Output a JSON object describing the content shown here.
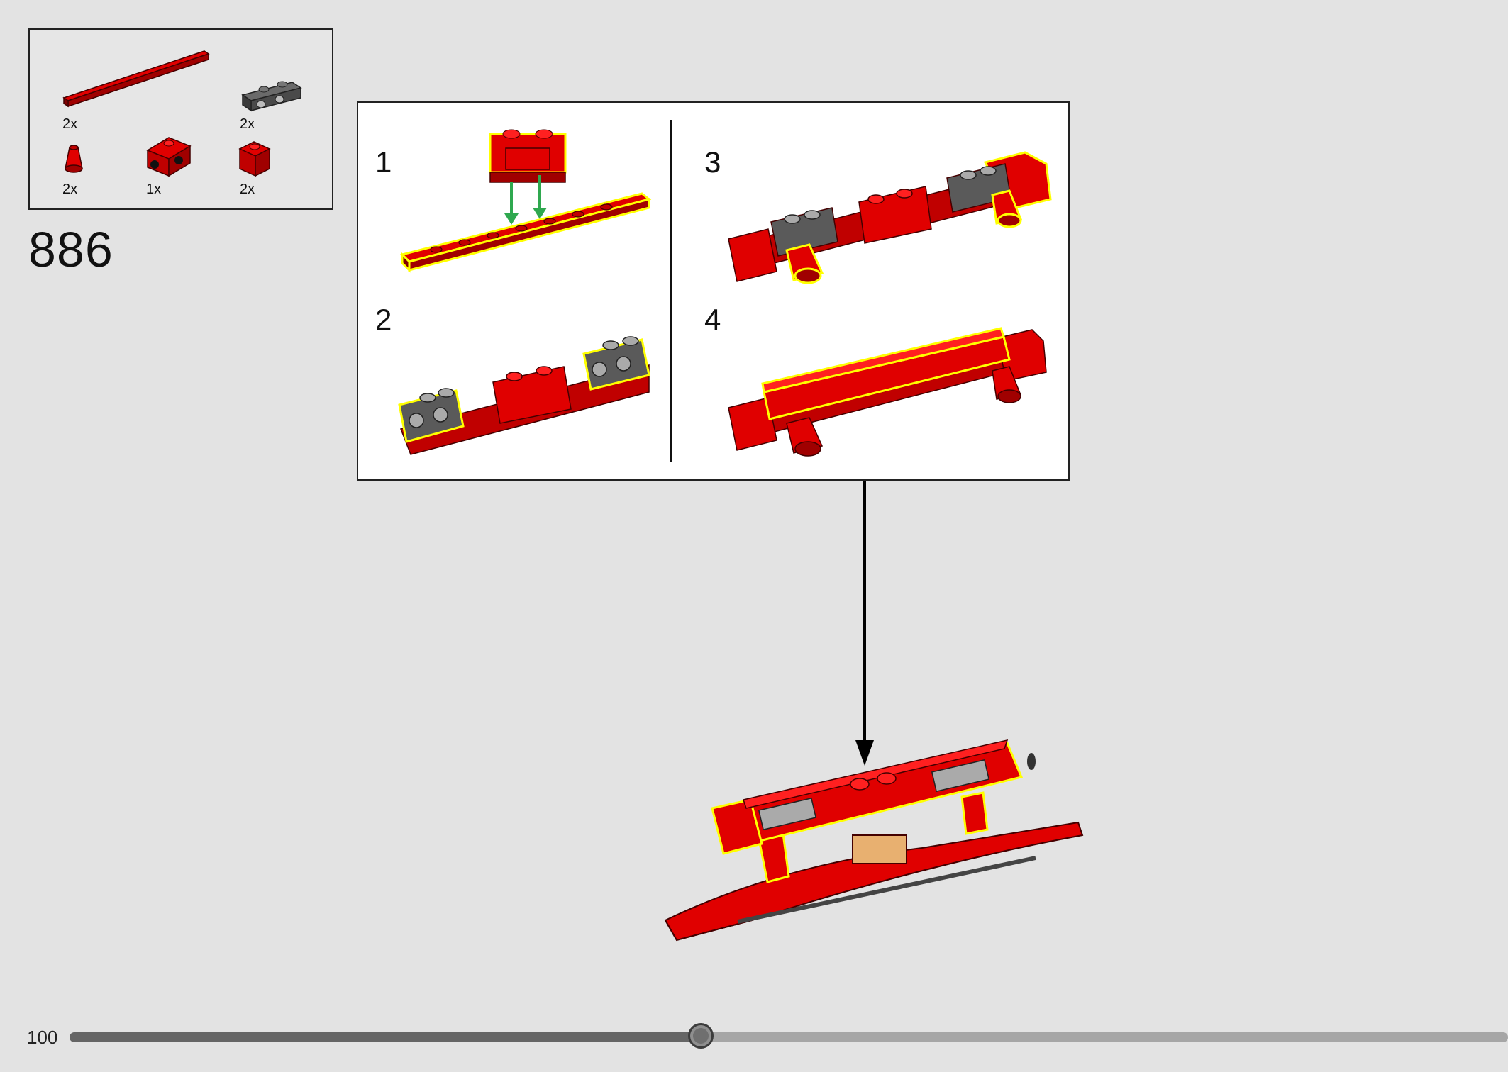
{
  "parts_list": [
    {
      "name": "red-plate-1x10",
      "qty": "2x"
    },
    {
      "name": "dark-gray-brick-1x2-studs-on-sides",
      "qty": "2x"
    },
    {
      "name": "red-cone-1x1",
      "qty": "2x"
    },
    {
      "name": "red-brick-1x2-with-studs",
      "qty": "1x"
    },
    {
      "name": "red-brick-1x1",
      "qty": "2x"
    }
  ],
  "step": {
    "number": "886"
  },
  "substeps": [
    {
      "label": "1"
    },
    {
      "label": "2"
    },
    {
      "label": "3"
    },
    {
      "label": "4"
    }
  ],
  "footer": {
    "page_number": "100",
    "progress": 0.439
  },
  "colors": {
    "brick_red": "#e00000",
    "brick_red_dark": "#a00000",
    "brick_gray": "#5a5a5a",
    "highlight": "#ffff00",
    "arrow_green": "#2fa84f",
    "background": "#e3e3e3",
    "panel": "#ffffff"
  }
}
